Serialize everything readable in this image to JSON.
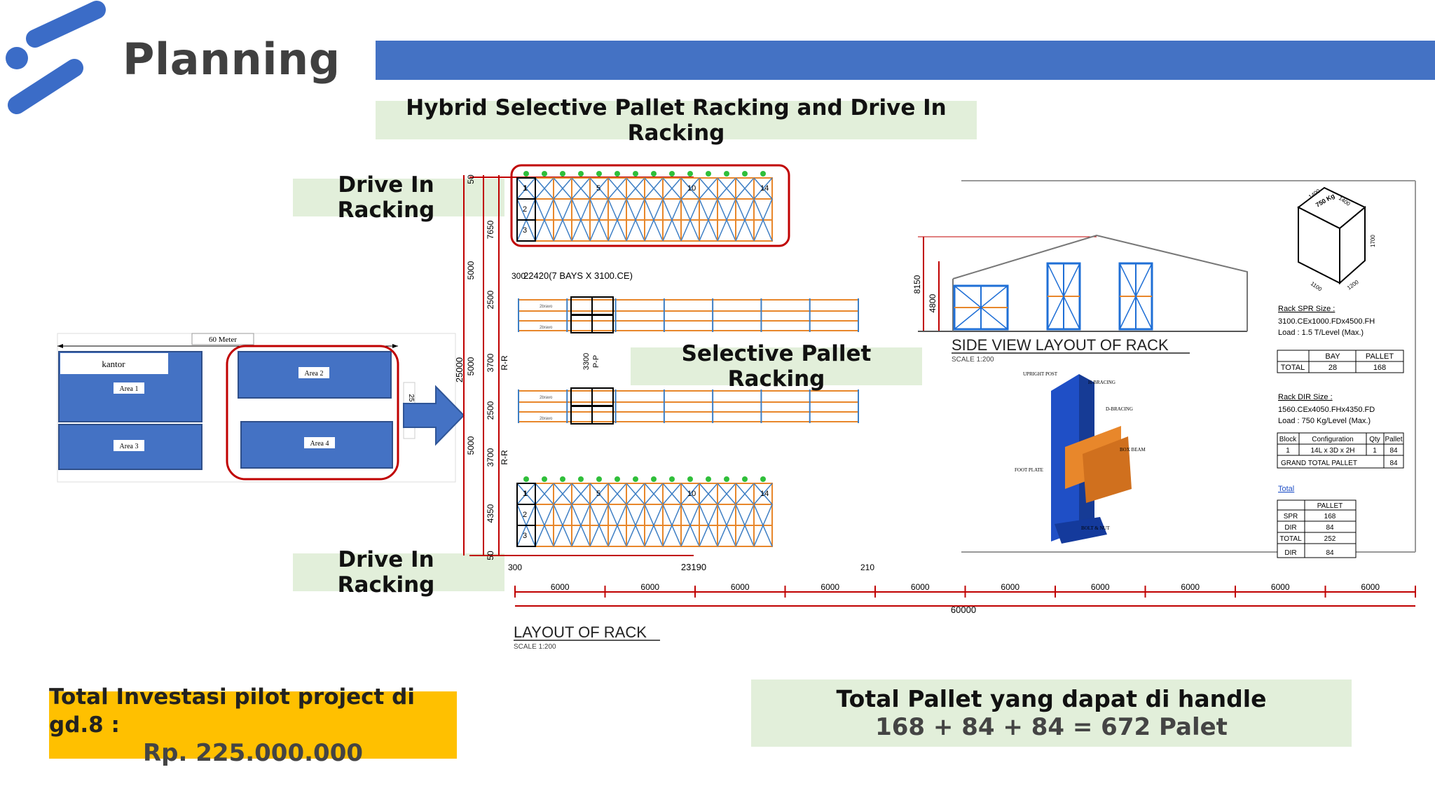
{
  "slide": {
    "title": "Planning",
    "banner": "Hybrid Selective Pallet Racking and Drive In Racking",
    "label_drive_in_top": "Drive In Racking",
    "label_drive_in_bottom": "Drive In Racking",
    "label_selective": "Selective Pallet Racking",
    "investment_line1": "Total Investasi pilot project di gd.8  :",
    "investment_line2": "Rp. 225.000.000",
    "pallet_line1": "Total Pallet yang dapat di handle",
    "pallet_line2": "168 + 84 + 84 = 672 Palet"
  },
  "colors": {
    "bar_blue": "#4472c4",
    "label_green": "#e2efda",
    "invest_yellow": "#ffc000",
    "highlight_red": "#c00000"
  },
  "site_plan": {
    "width_label": "60 Meter",
    "office": "kantor",
    "areas": [
      "Area 1",
      "Area 2",
      "Area 3",
      "Area 4"
    ],
    "side_mark": "25"
  },
  "layout_drawing": {
    "title": "LAYOUT OF RACK",
    "scale": "SCALE 1:200",
    "bays_label": "22420(7 BAYS X 3100.CE)",
    "bottom_run": "23190",
    "left_offset": "300",
    "right_offset": "210",
    "total_length": "60000",
    "segment_widths": [
      "6000",
      "6000",
      "6000",
      "6000",
      "6000",
      "6000",
      "6000",
      "6000",
      "6000",
      "6000"
    ],
    "vertical_total": "25000",
    "vertical_segments": [
      "50",
      "7650",
      "5000",
      "2500",
      "3700",
      "5000",
      "2500",
      "3700",
      "5000",
      "4350",
      "50"
    ],
    "aisle_marks": [
      "R-R",
      "R-R"
    ],
    "pp_mark": "3300",
    "pp_label": "P-P",
    "di_bay_numbers": [
      "1",
      "5",
      "10",
      "14"
    ],
    "di_level_numbers": [
      "1",
      "2",
      "3"
    ],
    "pallet_tags": [
      "2bravo",
      "2bravo"
    ]
  },
  "side_view": {
    "title": "SIDE VIEW LAYOUT OF RACK",
    "scale": "SCALE 1:200",
    "dim_height": "8150",
    "dim_rack": "4800"
  },
  "pallet_box": {
    "dims": [
      "1400",
      "1400",
      "750 Kg",
      "1700",
      "1100",
      "1200"
    ]
  },
  "spr_spec": {
    "title": "Rack SPR Size :",
    "size": "3100.CEx1000.FDx4500.FH",
    "load": "Load : 1.5 T/Level (Max.)",
    "headers": [
      "",
      "BAY",
      "PALLET"
    ],
    "row": [
      "TOTAL",
      "28",
      "168"
    ]
  },
  "dir_spec": {
    "title": "Rack DIR Size :",
    "size": "1560.CEx4050.FHx4350.FD",
    "load": "Load : 750 Kg/Level (Max.)",
    "headers": [
      "Block",
      "Configuration",
      "Qty",
      "Pallet"
    ],
    "row": [
      "1",
      "14L x 3D x 2H",
      "1",
      "84"
    ],
    "grand_label": "GRAND TOTAL PALLET",
    "grand_value": "84"
  },
  "totals_table": {
    "link": "Total",
    "header": "PALLET",
    "rows": [
      [
        "SPR",
        "168"
      ],
      [
        "DIR",
        "84"
      ],
      [
        "TOTAL",
        "252"
      ],
      [
        "DIR",
        "84"
      ]
    ]
  },
  "detail_labels": [
    "UPRIGHT POST",
    "H-BRACING",
    "D-BRACING",
    "FOOT PLATE",
    "BOX BEAM",
    "BOLT & NUT"
  ]
}
